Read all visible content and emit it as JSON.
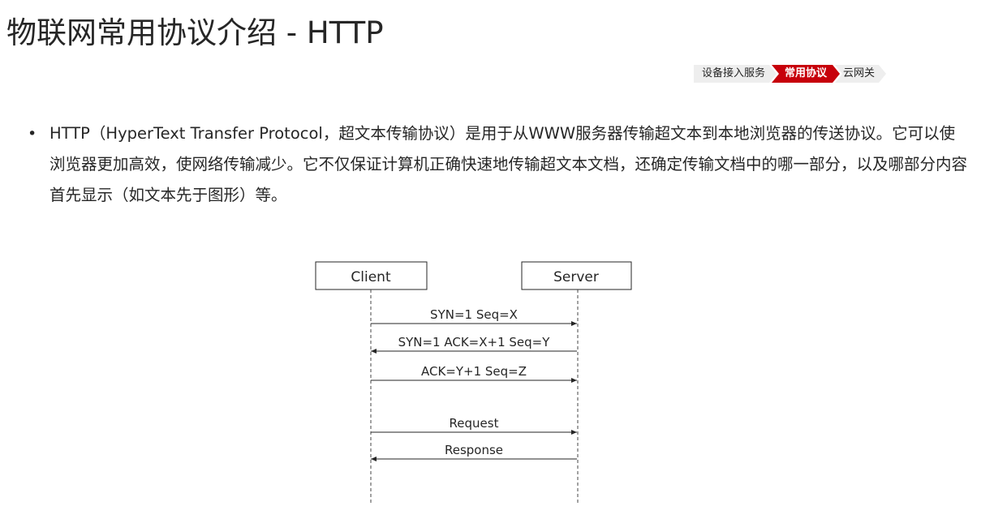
{
  "title": "物联网常用协议介绍 - HTTP",
  "breadcrumb": [
    "设备接入服务",
    "常用协议",
    "云网关"
  ],
  "bullet": "HTTP（HyperText Transfer Protocol，超文本传输协议）是用于从WWW服务器传输超文本到本地浏览器的传送协议。它可以使浏览器更加高效，使网络传输减少。它不仅保证计算机正确快速地传输超文本文档，还确定传输文档中的哪一部分，以及哪部分内容首先显示（如文本先于图形）等。",
  "diagram": {
    "client_label": "Client",
    "server_label": "Server",
    "messages": [
      {
        "label": "SYN=1 Seq=X",
        "direction": "client-to-server"
      },
      {
        "label": "SYN=1 ACK=X+1 Seq=Y",
        "direction": "server-to-client"
      },
      {
        "label": "ACK=Y+1 Seq=Z",
        "direction": "client-to-server"
      },
      {
        "label": "Request",
        "direction": "client-to-server"
      },
      {
        "label": "Response",
        "direction": "server-to-client"
      }
    ]
  },
  "colors": {
    "accent": "#c7000b",
    "crumb_bg": "#eeeeee",
    "text": "#262626"
  }
}
